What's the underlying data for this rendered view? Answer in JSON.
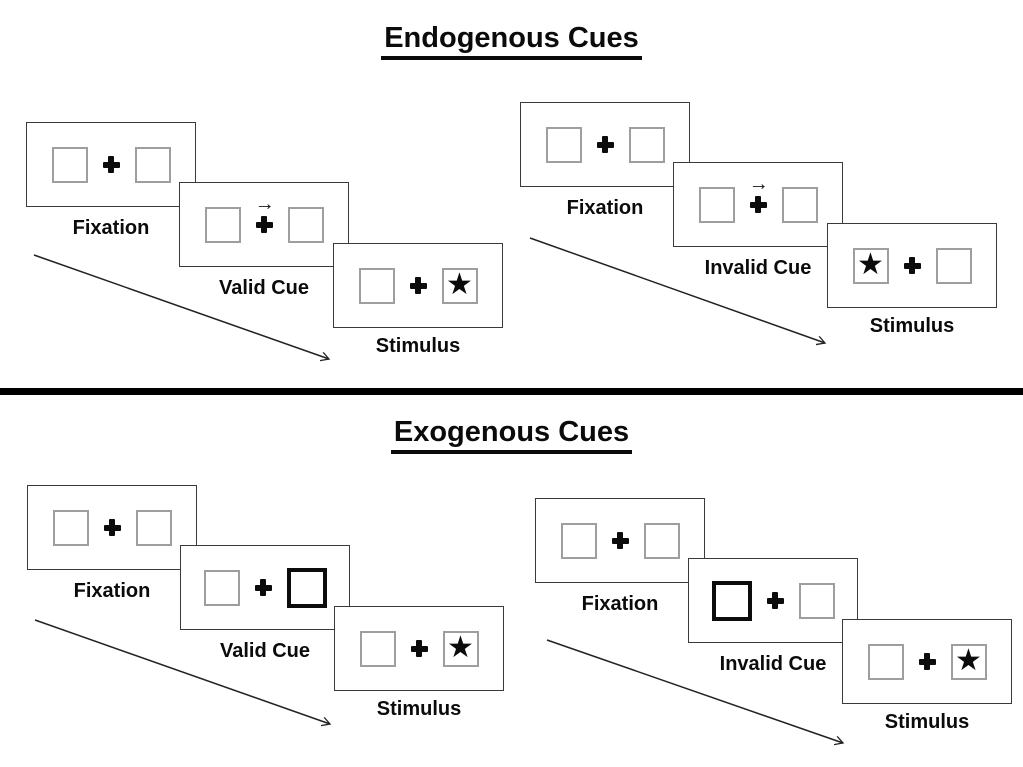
{
  "figure": {
    "type": "attention-cueing-paradigm-diagram",
    "panels_per_sequence": 3
  },
  "colors": {
    "background": "#ffffff",
    "panel_border": "#3a3a3a",
    "placeholder_box_border": "#9e9e9e",
    "cue_box_border": "#0c0c0c",
    "ink": "#0b0b0b",
    "divider": "#000000"
  },
  "icons": {
    "star": "★",
    "cue_arrow": "→",
    "fixation_cross": "+",
    "flow_arrow": "diagonal-timeline-arrow"
  },
  "sections": [
    {
      "title": "Endogenous Cues",
      "sequences": [
        {
          "name": "valid-trial",
          "steps": [
            {
              "label": "Fixation",
              "cue": "none",
              "star_side": "none"
            },
            {
              "label": "Valid Cue",
              "cue": "central-arrow-right",
              "star_side": "none"
            },
            {
              "label": "Stimulus",
              "cue": "none",
              "star_side": "right"
            }
          ]
        },
        {
          "name": "invalid-trial",
          "steps": [
            {
              "label": "Fixation",
              "cue": "none",
              "star_side": "none"
            },
            {
              "label": "Invalid Cue",
              "cue": "central-arrow-right",
              "star_side": "none"
            },
            {
              "label": "Stimulus",
              "cue": "none",
              "star_side": "left"
            }
          ]
        }
      ]
    },
    {
      "title": "Exogenous Cues",
      "sequences": [
        {
          "name": "valid-trial",
          "steps": [
            {
              "label": "Fixation",
              "cue": "none",
              "star_side": "none"
            },
            {
              "label": "Valid Cue",
              "cue": "peripheral-box-right",
              "star_side": "none"
            },
            {
              "label": "Stimulus",
              "cue": "none",
              "star_side": "right"
            }
          ]
        },
        {
          "name": "invalid-trial",
          "steps": [
            {
              "label": "Fixation",
              "cue": "none",
              "star_side": "none"
            },
            {
              "label": "Invalid Cue",
              "cue": "peripheral-box-left",
              "star_side": "none"
            },
            {
              "label": "Stimulus",
              "cue": "none",
              "star_side": "right"
            }
          ]
        }
      ]
    }
  ]
}
